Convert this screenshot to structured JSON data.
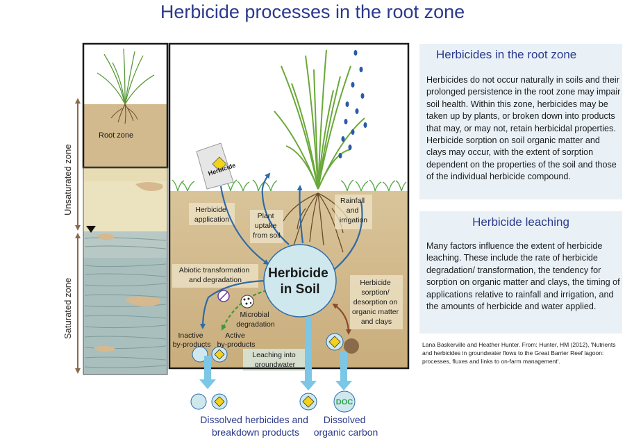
{
  "title": "Herbicide processes in the root zone",
  "profile": {
    "root_zone": "Root zone",
    "unsaturated_zone": "Unsaturated zone",
    "saturated_zone": "Saturated zone"
  },
  "diagram": {
    "bag_label": "Herbicide",
    "herbicide_application": [
      "Herbicide",
      "application"
    ],
    "plant_uptake": [
      "Plant",
      "uptake",
      "from soil"
    ],
    "rainfall": [
      "Rainfall",
      "and",
      "irrigation"
    ],
    "abiotic": [
      "Abiotic transformation",
      "and degradation"
    ],
    "microbial": [
      "Microbial",
      "degradation"
    ],
    "center": [
      "Herbicide",
      "in Soil"
    ],
    "sorption": [
      "Herbicide",
      "sorption/",
      "desorption on",
      "organic matter",
      "and clays"
    ],
    "inactive": [
      "Inactive",
      "by-products"
    ],
    "active": [
      "Active",
      "by-products"
    ],
    "leaching": [
      "Leaching into",
      "groundwater"
    ],
    "doc_badge": "DOC"
  },
  "outputs": {
    "dissolved_herbicides": [
      "Dissolved herbicides and",
      "breakdown products"
    ],
    "dissolved_carbon": [
      "Dissolved",
      "organic carbon"
    ]
  },
  "panels": {
    "root_zone": {
      "heading": "Herbicides in the root zone",
      "body": "Herbicides do not occur naturally in soils and their prolonged persistence in the root zone may impair soil health. Within this zone, herbicides may be taken up by plants, or broken down into products that may, or may not, retain herbicidal properties.  Herbicide sorption on soil organic matter and clays may occur, with the extent of sorption dependent on the properties of the soil and those of the individual herbicide compound."
    },
    "leaching": {
      "heading": "Herbicide leaching",
      "body": "Many factors influence the extent of herbicide leaching.  These include the rate of herbicide degradation/ transformation, the tendency for sorption on organic matter and clays, the timing of applications relative to rainfall and irrigation, and the amounts of herbicide and water applied."
    }
  },
  "credit": "Lana Baskerville and Heather Hunter.  From: Hunter, HM (2012), 'Nutrients and herbicides in groundwater flows to the Great Barrier Reef lagoon: processes, fluxes and links to on-farm management'."
}
